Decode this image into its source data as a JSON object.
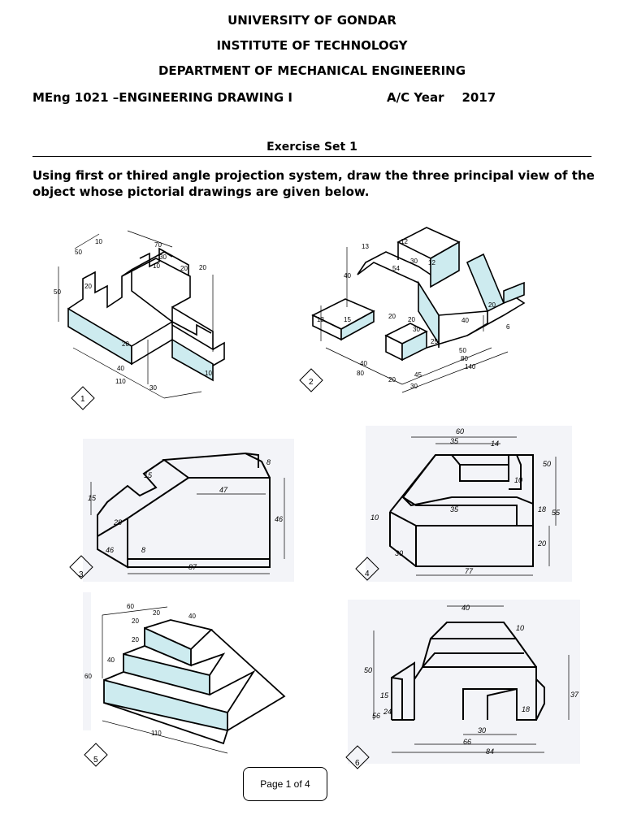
{
  "header": {
    "university": "UNIVERSITY OF GONDAR",
    "institute": "INSTITUTE OF TECHNOLOGY",
    "department": "DEPARTMENT OF MECHANICAL ENGINEERING",
    "course": "MEng 1021 –ENGINEERING DRAWING I",
    "year_label": "A/C Year",
    "year": "2017"
  },
  "exercise_title": "Exercise Set 1",
  "instruction": "Using first or thired angle projection system, draw the three principal view of the object whose pictorial drawings are given below.",
  "figures": [
    {
      "number": "1",
      "dims": {
        "a": "50",
        "b": "10",
        "c": "20",
        "d": "70",
        "e": "30",
        "f": "10",
        "g": "20",
        "h": "20",
        "i": "50",
        "j": "20",
        "k": "40",
        "l": "110",
        "m": "30",
        "n": "10"
      }
    },
    {
      "number": "2",
      "dims": {
        "a": "12",
        "b": "13",
        "c": "30",
        "d": "12",
        "e": "54",
        "f": "40",
        "g": "13",
        "h": "15",
        "i": "20",
        "j": "20",
        "k": "30",
        "l": "25",
        "m": "40",
        "n": "20",
        "o": "6",
        "p": "50",
        "q": "80",
        "r": "140",
        "s": "40",
        "t": "80",
        "u": "45",
        "v": "20",
        "w": "30"
      }
    },
    {
      "number": "3",
      "dims": {
        "a": "15",
        "b": "15",
        "c": "28",
        "d": "47",
        "e": "8",
        "f": "46",
        "g": "46",
        "h": "8",
        "i": "87"
      }
    },
    {
      "number": "4",
      "dims": {
        "a": "60",
        "b": "35",
        "c": "14",
        "d": "50",
        "e": "10",
        "f": "10",
        "g": "35",
        "h": "18",
        "i": "55",
        "j": "30",
        "k": "20",
        "l": "77"
      }
    },
    {
      "number": "5",
      "dims": {
        "a": "60",
        "b": "20",
        "c": "40",
        "d": "20",
        "e": "20",
        "f": "40",
        "g": "60",
        "h": "110"
      }
    },
    {
      "number": "6",
      "dims": {
        "a": "40",
        "b": "10",
        "c": "50",
        "d": "15",
        "e": "56",
        "f": "24",
        "g": "37",
        "h": "18",
        "i": "30",
        "j": "66",
        "k": "84"
      }
    }
  ],
  "footer": {
    "page_label": "Page 1 of 4"
  },
  "colors": {
    "fill": "#cdebef",
    "line": "#000000"
  }
}
